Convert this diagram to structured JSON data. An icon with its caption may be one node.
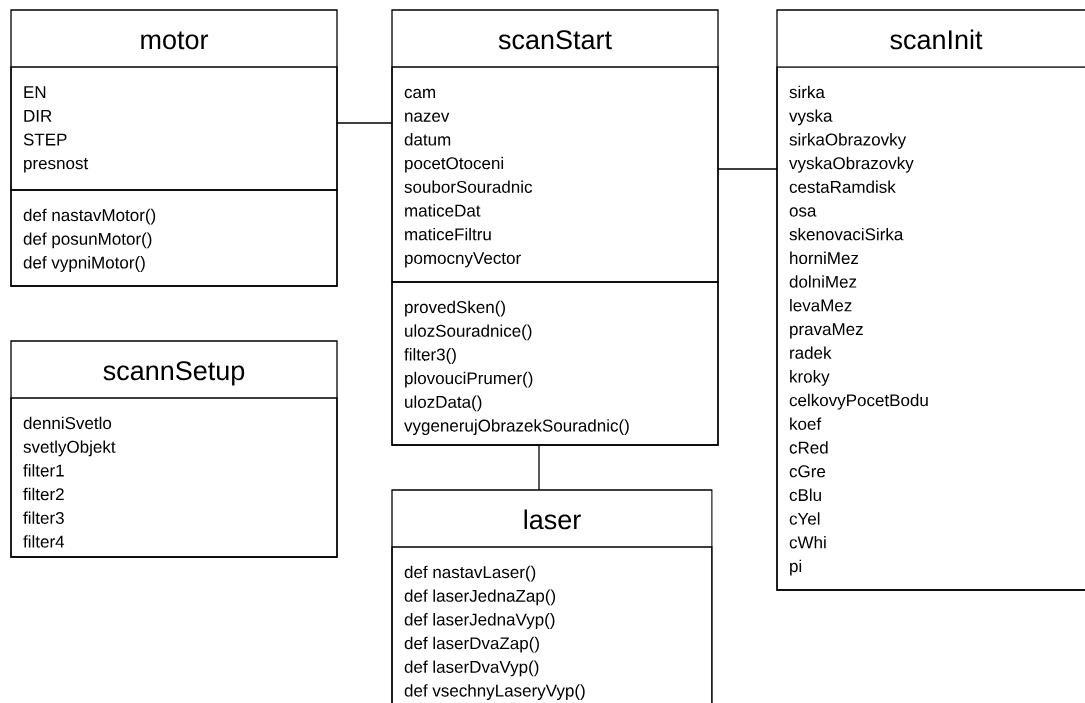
{
  "diagram": {
    "nodes": [
      {
        "text": [
          "motor"
        ]
      },
      {
        "text": [
          "EN",
          "DIR",
          "STEP",
          "presnost"
        ],
        "in": 0
      },
      {
        "text": [
          "def nastavMotor()",
          "def posunMotor()",
          "def vypniMotor()"
        ],
        "in": 0
      },
      {
        "text": [
          "scanStart"
        ]
      },
      {
        "text": [
          "cam",
          "nazev",
          "datum",
          "pocetOtoceni",
          "souborSouradnic",
          "maticeDat",
          "maticeFiltru",
          "pomocnyVector"
        ],
        "in": 3
      },
      {
        "text": [
          "provedSken()",
          "ulozSouradnice()",
          "filter3()",
          "plovouciPrumer()",
          "ulozData()",
          "vygenerujObrazekSouradnic()"
        ],
        "in": 3
      },
      {
        "text": [
          "scanInit"
        ]
      },
      {
        "text": [
          "sirka",
          "vyska",
          "sirkaObrazovky",
          "vyskaObrazovky",
          "cestaRamdisk",
          "osa",
          "skenovaciSirka",
          "horniMez",
          "dolniMez",
          "levaMez",
          "pravaMez",
          "radek",
          "kroky",
          "celkovyPocetBodu",
          "koef",
          "cRed",
          "cGre",
          "cBlu",
          "cYel",
          "cWhi",
          "pi"
        ],
        "in": 6
      },
      {
        "text": [
          "scannSetup"
        ]
      },
      {
        "text": [
          "denniSvetlo",
          "svetlyObjekt",
          "filter1",
          "filter2",
          "filter3",
          "filter4"
        ],
        "in": 8
      },
      {
        "text": [
          "laser"
        ]
      },
      {
        "text": [
          "def nastavLaser()",
          "def laserJednaZap()",
          "def laserJednaVyp()",
          "def laserDvaZap()",
          "def laserDvaVyp()",
          "def vsechnyLaseryVyp()"
        ],
        "in": 10
      }
    ],
    "edges": [
      {
        "from": 0,
        "to": 3,
        "arrow": "none"
      },
      {
        "from": 3,
        "to": 6,
        "arrow": "none"
      },
      {
        "from": 3,
        "to": 10,
        "arrow": "none"
      }
    ]
  }
}
